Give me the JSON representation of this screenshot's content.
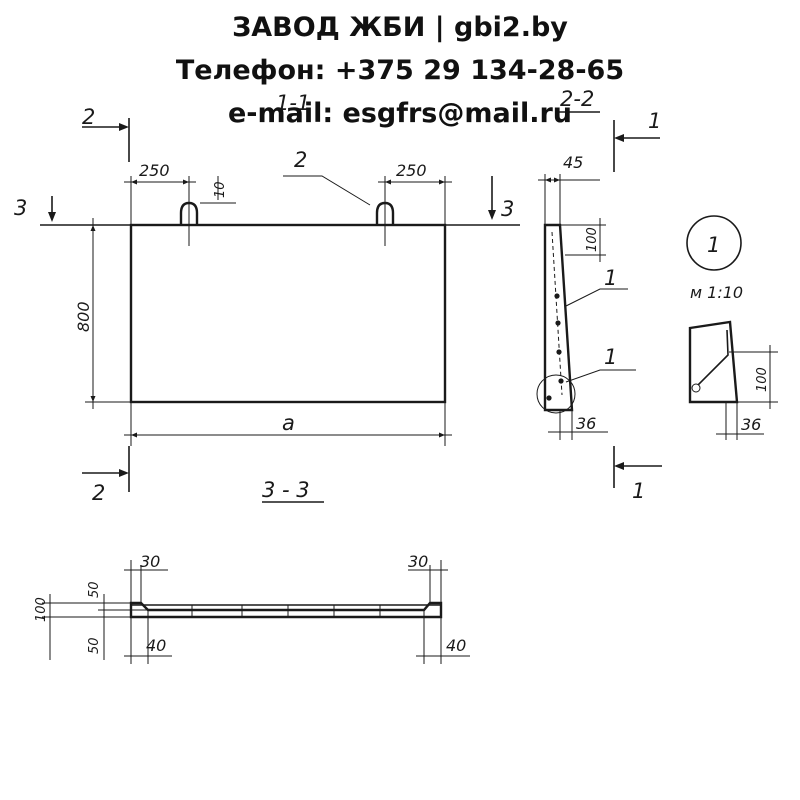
{
  "header": {
    "company": "ЗАВОД ЖБИ | gbi2.by",
    "phone": "Телефон: +375 29 134-28-65",
    "email": "e-mail: esgfrs@mail.ru"
  },
  "drawing": {
    "section_labels": {
      "section_1_1": "1-1",
      "section_2_2": "2-2",
      "section_3_3": "3 - 3"
    },
    "cut_marks": {
      "mark_2": "2",
      "mark_3": "3",
      "mark_1": "1"
    },
    "callouts": {
      "loop": "2",
      "detail": "1",
      "rebar": "1"
    },
    "scale": "м 1:10",
    "dimensions": {
      "loop_offset": "250",
      "loop_height": "10",
      "panel_height": "800",
      "panel_length": "a",
      "thickness_top": "45",
      "depth_100": "100",
      "bottom_width": "36",
      "end_30": "30",
      "end_40": "40",
      "half_50": "50",
      "full_100": "100"
    }
  }
}
